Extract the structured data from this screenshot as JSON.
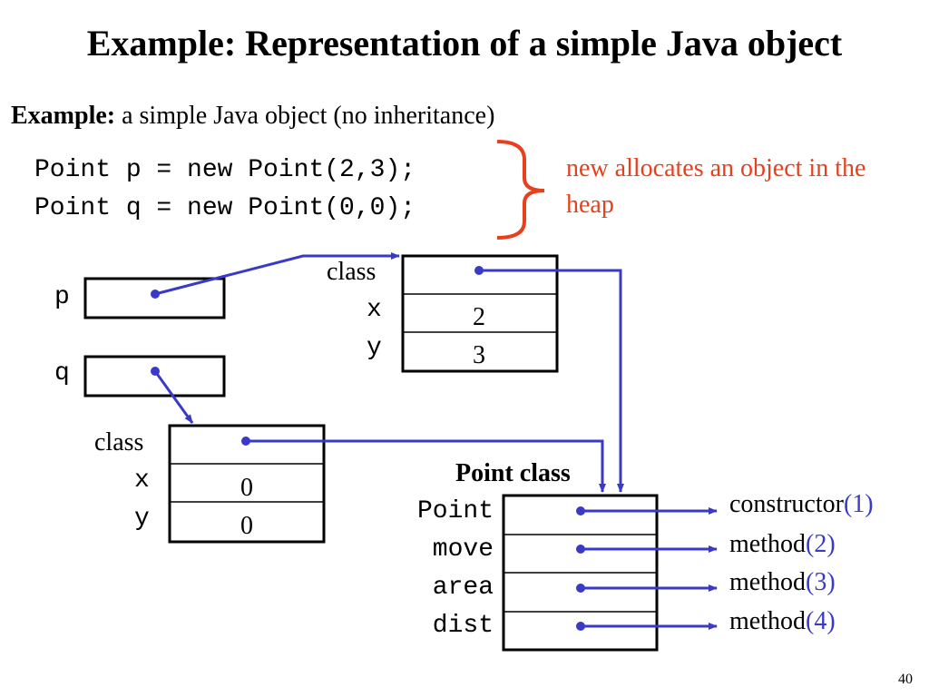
{
  "title": "Example: Representation of a simple Java object",
  "intro": {
    "bold": "Example:",
    "text": " a simple Java object (no inheritance)"
  },
  "code": [
    "Point p = new Point(2,3);",
    "Point q = new Point(0,0);"
  ],
  "note": "new allocates an object in the heap",
  "variables": {
    "p": "p",
    "q": "q"
  },
  "object1": {
    "fields": [
      "class",
      "x",
      "y"
    ],
    "values": [
      "2",
      "3"
    ]
  },
  "object2": {
    "fields": [
      "class",
      "x",
      "y"
    ],
    "values": [
      "0",
      "0"
    ]
  },
  "point_class": {
    "label": "Point class",
    "entries": [
      "Point",
      "move",
      "area",
      "dist"
    ],
    "methods": [
      {
        "name": "constructor",
        "num": "(1)"
      },
      {
        "name": "method",
        "num": "(2)"
      },
      {
        "name": "method",
        "num": "(3)"
      },
      {
        "name": "method",
        "num": "(4)"
      }
    ]
  },
  "page_number": "40",
  "colors": {
    "arrow": "#3a3ac8",
    "note": "#e8401c",
    "brace": "#e8401c"
  }
}
